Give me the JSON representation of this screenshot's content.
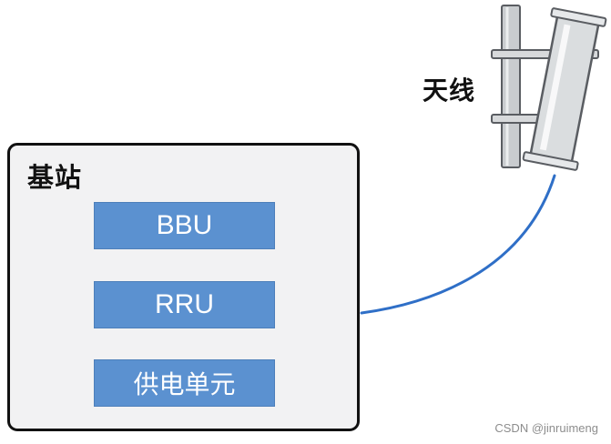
{
  "station": {
    "title": "基站",
    "units": [
      {
        "label": "BBU"
      },
      {
        "label": "RRU"
      },
      {
        "label": "供电单元"
      }
    ]
  },
  "antenna": {
    "label": "天线"
  },
  "colors": {
    "unit_fill": "#5b91d0",
    "cable": "#2f6fc7",
    "box_fill": "#f2f2f3"
  },
  "watermark": "CSDN @jinruimeng"
}
